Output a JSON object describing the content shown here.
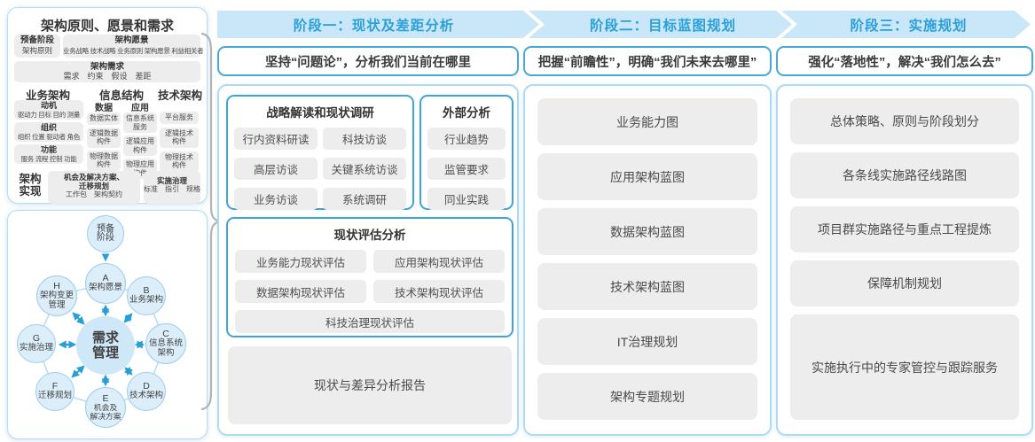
{
  "colors": {
    "accent_blue": "#2ba0da",
    "band_fill": "#c9e7f8",
    "blue_border": "#47a8db",
    "panel_border": "#aedaf2",
    "gray_box": "#ededed",
    "arrow_blue": "#259fd8",
    "circle_fill": "#dbeefa",
    "text_dark": "#3c3c3c"
  },
  "left_top": {
    "title": "架构原则、愿景和需求",
    "prep_title": "预备阶段",
    "prep_sub": "架构原则",
    "vision_title": "架构愿景",
    "vision_sub": "业务战略 技术战略 业务原则 架构愿景 利益相关者",
    "req_title": "架构需求",
    "req_sub": "需求　约束　假设　差距",
    "col_business": "业务架构",
    "col_info": "信息结构",
    "col_tech": "技术架构",
    "business": [
      {
        "t": "动机",
        "s": "驱动力 目标 目的 测量"
      },
      {
        "t": "组织",
        "s": "组织 位置 驱动者 角色"
      },
      {
        "t": "功能",
        "s": "服务 流程 控制 功能"
      }
    ],
    "info_data_title": "数据",
    "info_data": [
      "数据实体",
      "逻辑数据\n构件",
      "物理数据\n构件"
    ],
    "info_app_title": "应用",
    "info_app": [
      "信息系统\n服务",
      "逻辑应用\n构件",
      "物理应用\n构件"
    ],
    "tech": [
      "平台服务",
      "逻辑技术\n构件",
      "物理技术\n构件"
    ],
    "impl_label": "架构\n实现",
    "impl": [
      {
        "t": "机会及解决方案、\n迁移规划",
        "s": "工作包　架构契约"
      },
      {
        "t": "实施治理",
        "s": "标准　指引　规格"
      }
    ]
  },
  "adm": {
    "top": "预备\n阶段",
    "center": "需求\n管理",
    "nodes": [
      {
        "letter": "A",
        "label": "架构愿景"
      },
      {
        "letter": "B",
        "label": "业务架构"
      },
      {
        "letter": "C",
        "label": "信息系统\n架构"
      },
      {
        "letter": "D",
        "label": "技术架构"
      },
      {
        "letter": "E",
        "label": "机会及\n解决方案"
      },
      {
        "letter": "F",
        "label": "迁移规划"
      },
      {
        "letter": "G",
        "label": "实施治理"
      },
      {
        "letter": "H",
        "label": "架构变更\n管理"
      }
    ]
  },
  "phases": [
    {
      "header": "阶段一：现状及差距分析",
      "tagline": "坚持“问题论”，分析我们当前在哪里"
    },
    {
      "header": "阶段二：目标蓝图规划",
      "tagline": "把握“前瞻性”，明确“我们未来去哪里”",
      "items": [
        "业务能力图",
        "应用架构蓝图",
        "数据架构蓝图",
        "技术架构蓝图",
        "IT治理规划",
        "架构专题规划"
      ]
    },
    {
      "header": "阶段三：实施规划",
      "tagline": "强化“落地性”，解决“我们怎么去”",
      "items": [
        "总体策略、原则与阶段划分",
        "各条线实施路径线路图",
        "项目群实施路径与重点工程提炼",
        "保障机制规划",
        "实施执行中的专家管控与跟踪服务"
      ]
    }
  ],
  "phase1": {
    "strategy": {
      "title": "战略解读和现状调研",
      "items": [
        "行内资料研读",
        "科技访谈",
        "高层访谈",
        "关键系统访谈",
        "业务访谈",
        "系统调研"
      ]
    },
    "external": {
      "title": "外部分析",
      "items": [
        "行业趋势",
        "监管要求",
        "同业实践"
      ]
    },
    "assessment": {
      "title": "现状评估分析",
      "items": [
        "业务能力现状评估",
        "应用架构现状评估",
        "数据架构现状评估",
        "技术架构现状评估",
        "科技治理现状评估"
      ]
    },
    "report": "现状与差异分析报告"
  }
}
